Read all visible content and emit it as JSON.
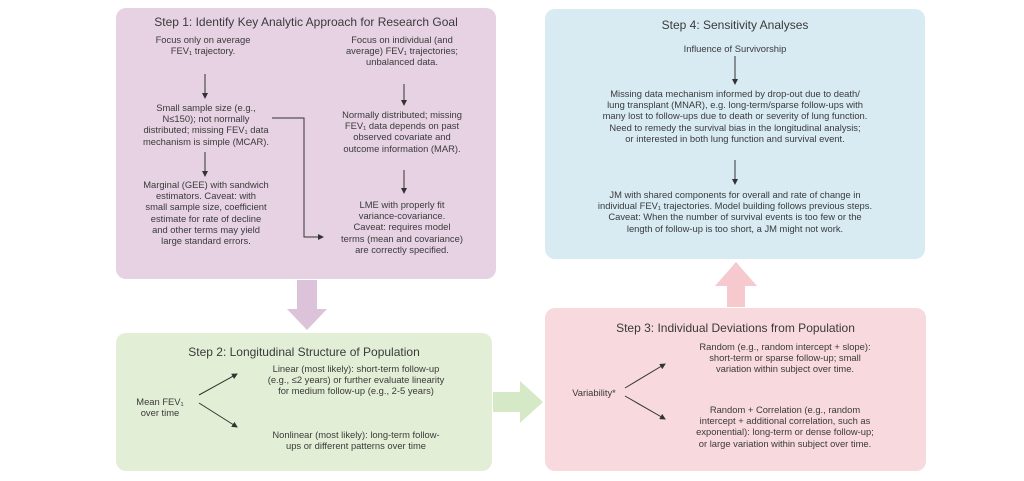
{
  "step1": {
    "title": "Step 1: Identify Key Analytic Approach for Research Goal",
    "left": [
      "Focus only on average\nFEV₁ trajectory.",
      "Small sample size (e.g.,\nN≤150); not normally\ndistributed; missing FEV₁ data\nmechanism is simple (MCAR).",
      "Marginal (GEE) with sandwich\nestimators. Caveat: with\nsmall sample size, coefficient\nestimate for rate of decline\nand other terms may yield\nlarge standard errors."
    ],
    "right": [
      "Focus on individual (and\naverage) FEV₁ trajectories;\nunbalanced data.",
      "Normally distributed; missing\nFEV₁ data depends on past\nobserved covariate and\noutcome information (MAR).",
      "LME with properly fit\nvariance-covariance.\nCaveat: requires model\nterms (mean and covariance)\nare correctly specified."
    ]
  },
  "step2": {
    "title": "Step 2: Longitudinal Structure of Population",
    "root": "Mean FEV₁\nover time",
    "branches": [
      "Linear (most likely): short-term follow-up\n(e.g., ≤2 years) or further evaluate linearity\nfor medium follow-up (e.g., 2-5 years)",
      "Nonlinear (most likely): long-term follow-\nups or different patterns over time"
    ]
  },
  "step3": {
    "title": "Step 3: Individual Deviations from Population",
    "root": "Variability*",
    "branches": [
      "Random (e.g., random intercept + slope):\nshort-term or sparse follow-up; small\nvariation within subject over time.",
      "Random + Correlation (e.g., random\nintercept + additional correlation, such as\nexponential): long-term or dense follow-up;\nor large variation within subject over time."
    ]
  },
  "step4": {
    "title": "Step 4: Sensitivity Analyses",
    "items": [
      "Influence of Survivorship",
      "Missing data mechanism informed by drop-out due to death/\nlung transplant (MNAR), e.g. long-term/sparse follow-ups with\nmany lost to follow-ups due to death or severity of lung function.\nNeed to remedy the survival bias in the longitudinal analysis;\nor interested in both lung function and survival event.",
      "JM with shared components for overall and rate of change in\nindividual FEV₁ trajectories. Model building follows previous steps.\nCaveat: When the number of survival events is too few or the\nlength of follow-up is too short, a JM might not work."
    ]
  },
  "colors": {
    "step1": "#e6d2e3",
    "step2": "#e3eed7",
    "step3": "#f8d9dd",
    "step4": "#d8ebf3",
    "arrow12": "#dcc3d9",
    "arrow23": "#d6e9c6",
    "arrow34": "#f6c9cf"
  }
}
